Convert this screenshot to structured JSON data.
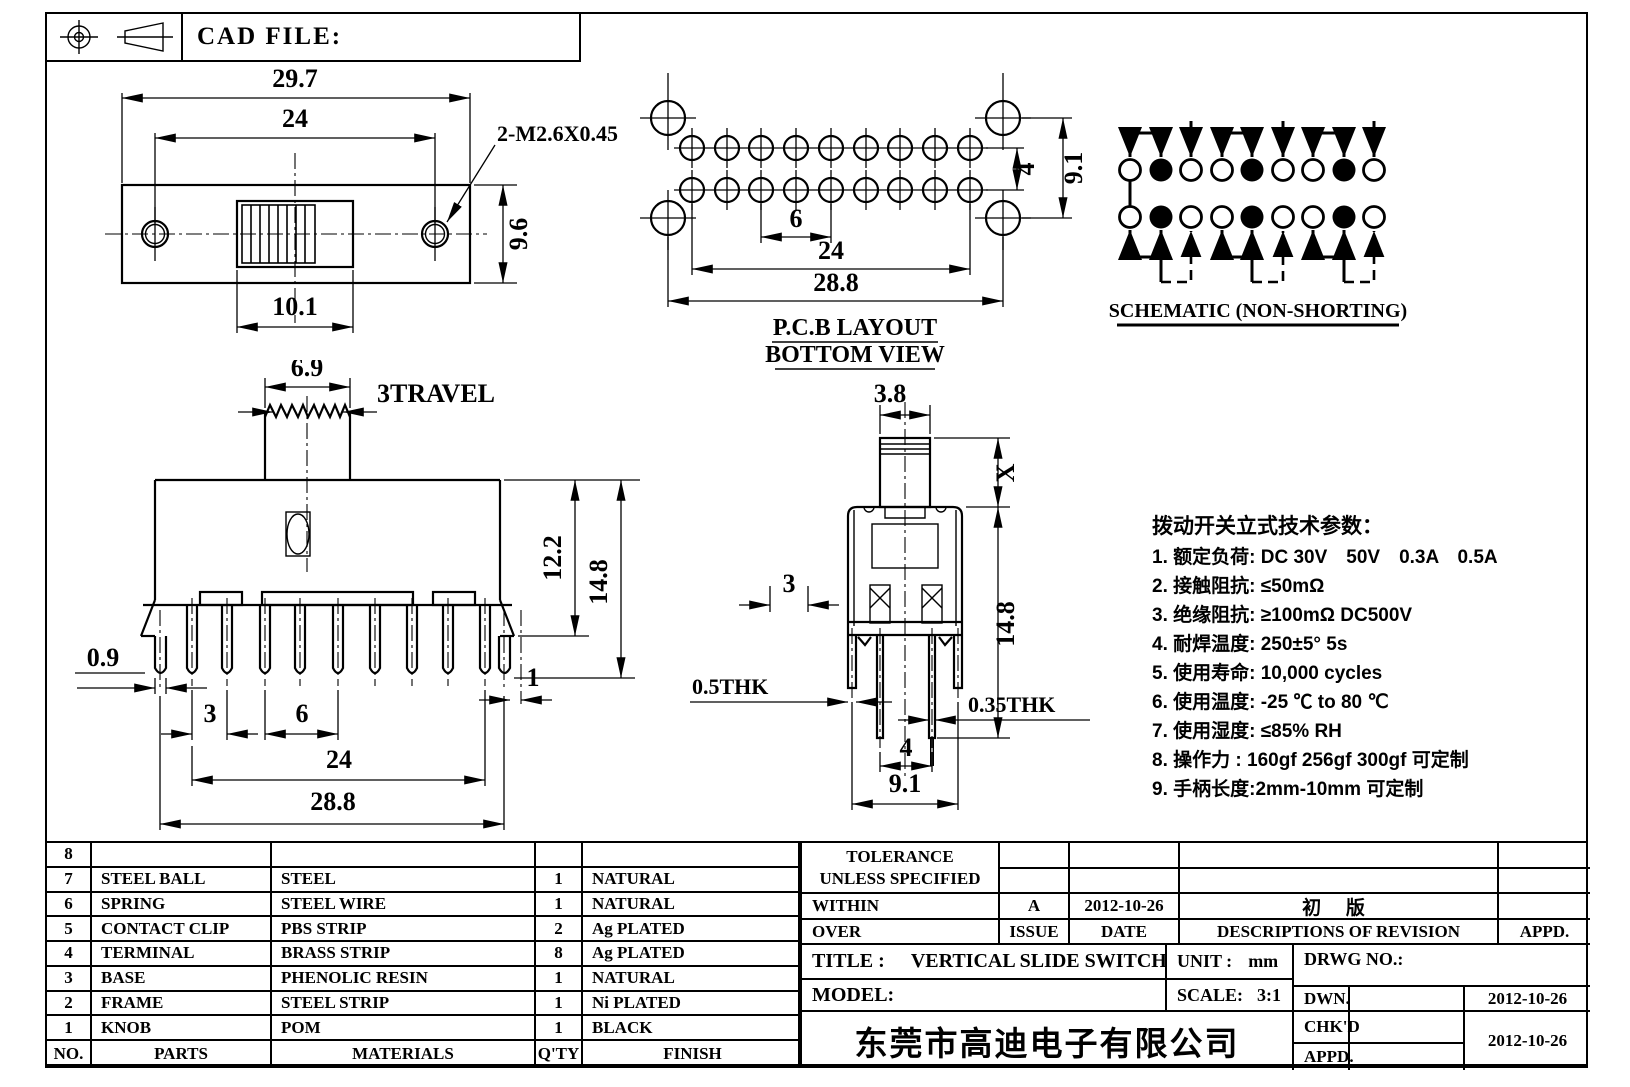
{
  "header": {
    "cad_file_label": "CAD FILE:"
  },
  "front_view": {
    "dim_29_7": "29.7",
    "dim_24": "24",
    "thread_note": "2-M2.6X0.45",
    "dim_9_6": "9.6",
    "dim_10_1": "10.1"
  },
  "pcb_view": {
    "dim_4": "4",
    "dim_9_1": "9.1",
    "dim_6": "6",
    "dim_24": "24",
    "dim_28_8": "28.8",
    "title_line1": "P.C.B LAYOUT",
    "title_line2": "BOTTOM VIEW"
  },
  "schematic": {
    "title": "SCHEMATIC (NON-SHORTING)"
  },
  "side_view": {
    "dim_6_9": "6.9",
    "travel_note": "3TRAVEL",
    "dim_12_2": "12.2",
    "dim_14_8": "14.8",
    "dim_0_9": "0.9",
    "dim_3": "3",
    "dim_6": "6",
    "dim_24": "24",
    "dim_28_8": "28.8",
    "dim_1": "1"
  },
  "end_view": {
    "dim_3_8": "3.8",
    "dim_x": "X",
    "dim_14_8": "14.8",
    "dim_3": "3",
    "thk_left": "0.5THK",
    "thk_right": "0.35THK",
    "dim_4": "4",
    "dim_9_1": "9.1"
  },
  "specs": {
    "title": "拨动开关立式技术参数：",
    "items": [
      "1.  额定负荷: DC 30V　50V　0.3A　0.5A",
      "2.  接触阻抗: ≤50mΩ",
      "3.  绝缘阻抗: ≥100mΩ  DC500V",
      "4.  耐焊温度: 250±5°  5s",
      "5.  使用寿命: 10,000 cycles",
      "6.  使用温度: -25 ℃ to 80 ℃",
      "7.  使用湿度: ≤85% RH",
      "8.  操作力 : 160gf   256gf   300gf  可定制",
      "9.  手柄长度:2mm-10mm  可定制"
    ]
  },
  "parts_table": {
    "headers": {
      "no": "NO.",
      "parts": "PARTS",
      "materials": "MATERIALS",
      "qty": "Q'TY",
      "finish": "FINISH"
    },
    "rows": [
      {
        "no": "8",
        "parts": "",
        "materials": "",
        "qty": "",
        "finish": ""
      },
      {
        "no": "7",
        "parts": "STEEL BALL",
        "materials": "STEEL",
        "qty": "1",
        "finish": "NATURAL"
      },
      {
        "no": "6",
        "parts": "SPRING",
        "materials": "STEEL WIRE",
        "qty": "1",
        "finish": "NATURAL"
      },
      {
        "no": "5",
        "parts": "CONTACT CLIP",
        "materials": "PBS STRIP",
        "qty": "2",
        "finish": "Ag PLATED"
      },
      {
        "no": "4",
        "parts": "TERMINAL",
        "materials": "BRASS STRIP",
        "qty": "8",
        "finish": "Ag PLATED"
      },
      {
        "no": "3",
        "parts": "BASE",
        "materials": "PHENOLIC RESIN",
        "qty": "1",
        "finish": "NATURAL"
      },
      {
        "no": "2",
        "parts": "FRAME",
        "materials": "STEEL STRIP",
        "qty": "1",
        "finish": "Ni PLATED"
      },
      {
        "no": "1",
        "parts": "KNOB",
        "materials": "POM",
        "qty": "1",
        "finish": "BLACK"
      }
    ]
  },
  "title_block": {
    "tolerance_line1": "TOLERANCE",
    "tolerance_line2": "UNLESS  SPECIFIED",
    "within_label": "WITHIN",
    "over_label": "OVER",
    "issue_label": "ISSUE",
    "date_label": "DATE",
    "desc_label": "DESCRIPTIONS OF REVISION",
    "appd_label": "APPD.",
    "revision": {
      "issue": "A",
      "date": "2012-10-26",
      "description": "初  版"
    },
    "title_label": "TITLE :",
    "title_value": "VERTICAL SLIDE SWITCH",
    "unit_label": "UNIT :",
    "unit_value": "mm",
    "model_label": "MODEL:",
    "scale_label": "SCALE:",
    "scale_value": "3:1",
    "drwg_label": "DRWG NO.:",
    "dwn_label": "DWN.",
    "chkd_label": "CHK'D",
    "appd2_label": "APPD.",
    "dwn_date": "2012-10-26",
    "chkd_date": "2012-10-26",
    "company": "东莞市高迪电子有限公司"
  }
}
